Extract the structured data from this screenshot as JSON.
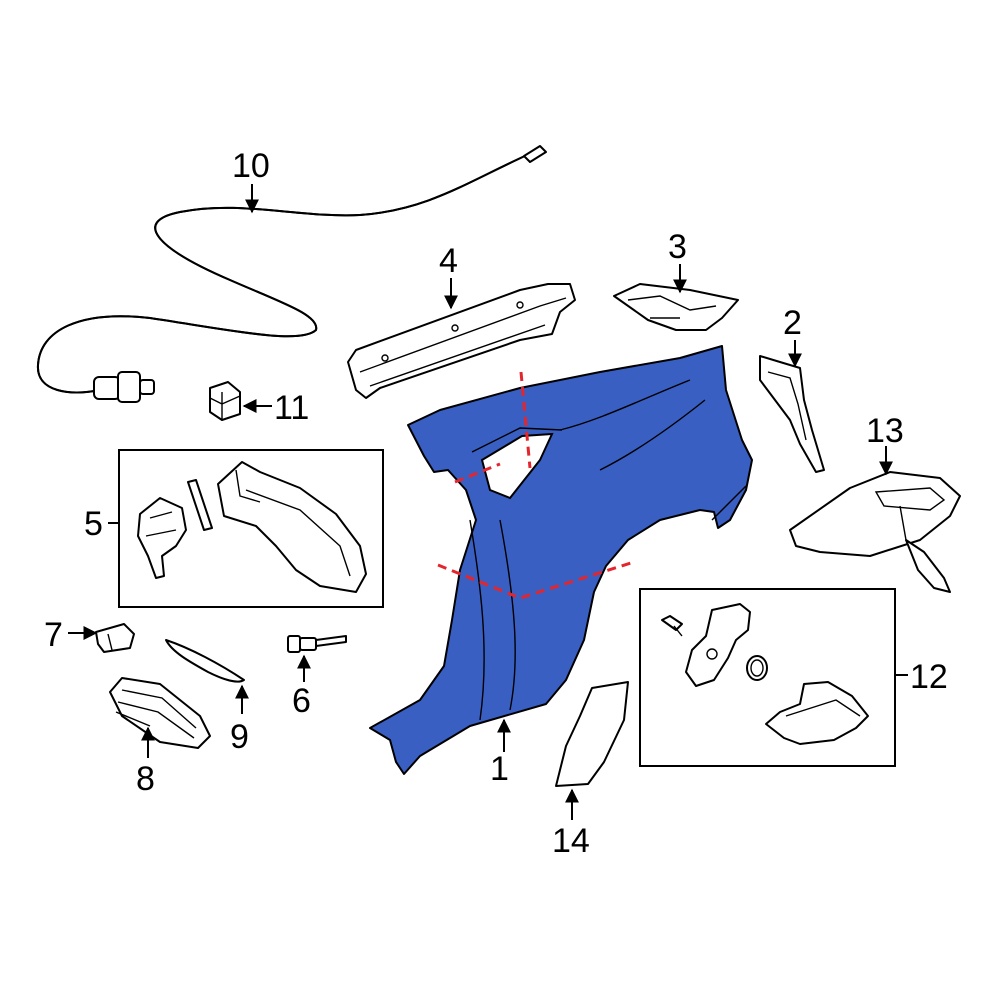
{
  "colors": {
    "highlight_part": "#3a5fc3",
    "cut_line": "#e3262d",
    "outline": "#000000"
  },
  "callouts": [
    {
      "id": "c1",
      "label": "1"
    },
    {
      "id": "c2",
      "label": "2"
    },
    {
      "id": "c3",
      "label": "3"
    },
    {
      "id": "c4",
      "label": "4"
    },
    {
      "id": "c5",
      "label": "5"
    },
    {
      "id": "c6",
      "label": "6"
    },
    {
      "id": "c7",
      "label": "7"
    },
    {
      "id": "c8",
      "label": "8"
    },
    {
      "id": "c9",
      "label": "9"
    },
    {
      "id": "c10",
      "label": "10"
    },
    {
      "id": "c11",
      "label": "11"
    },
    {
      "id": "c12",
      "label": "12"
    },
    {
      "id": "c13",
      "label": "13"
    },
    {
      "id": "c14",
      "label": "14"
    }
  ]
}
